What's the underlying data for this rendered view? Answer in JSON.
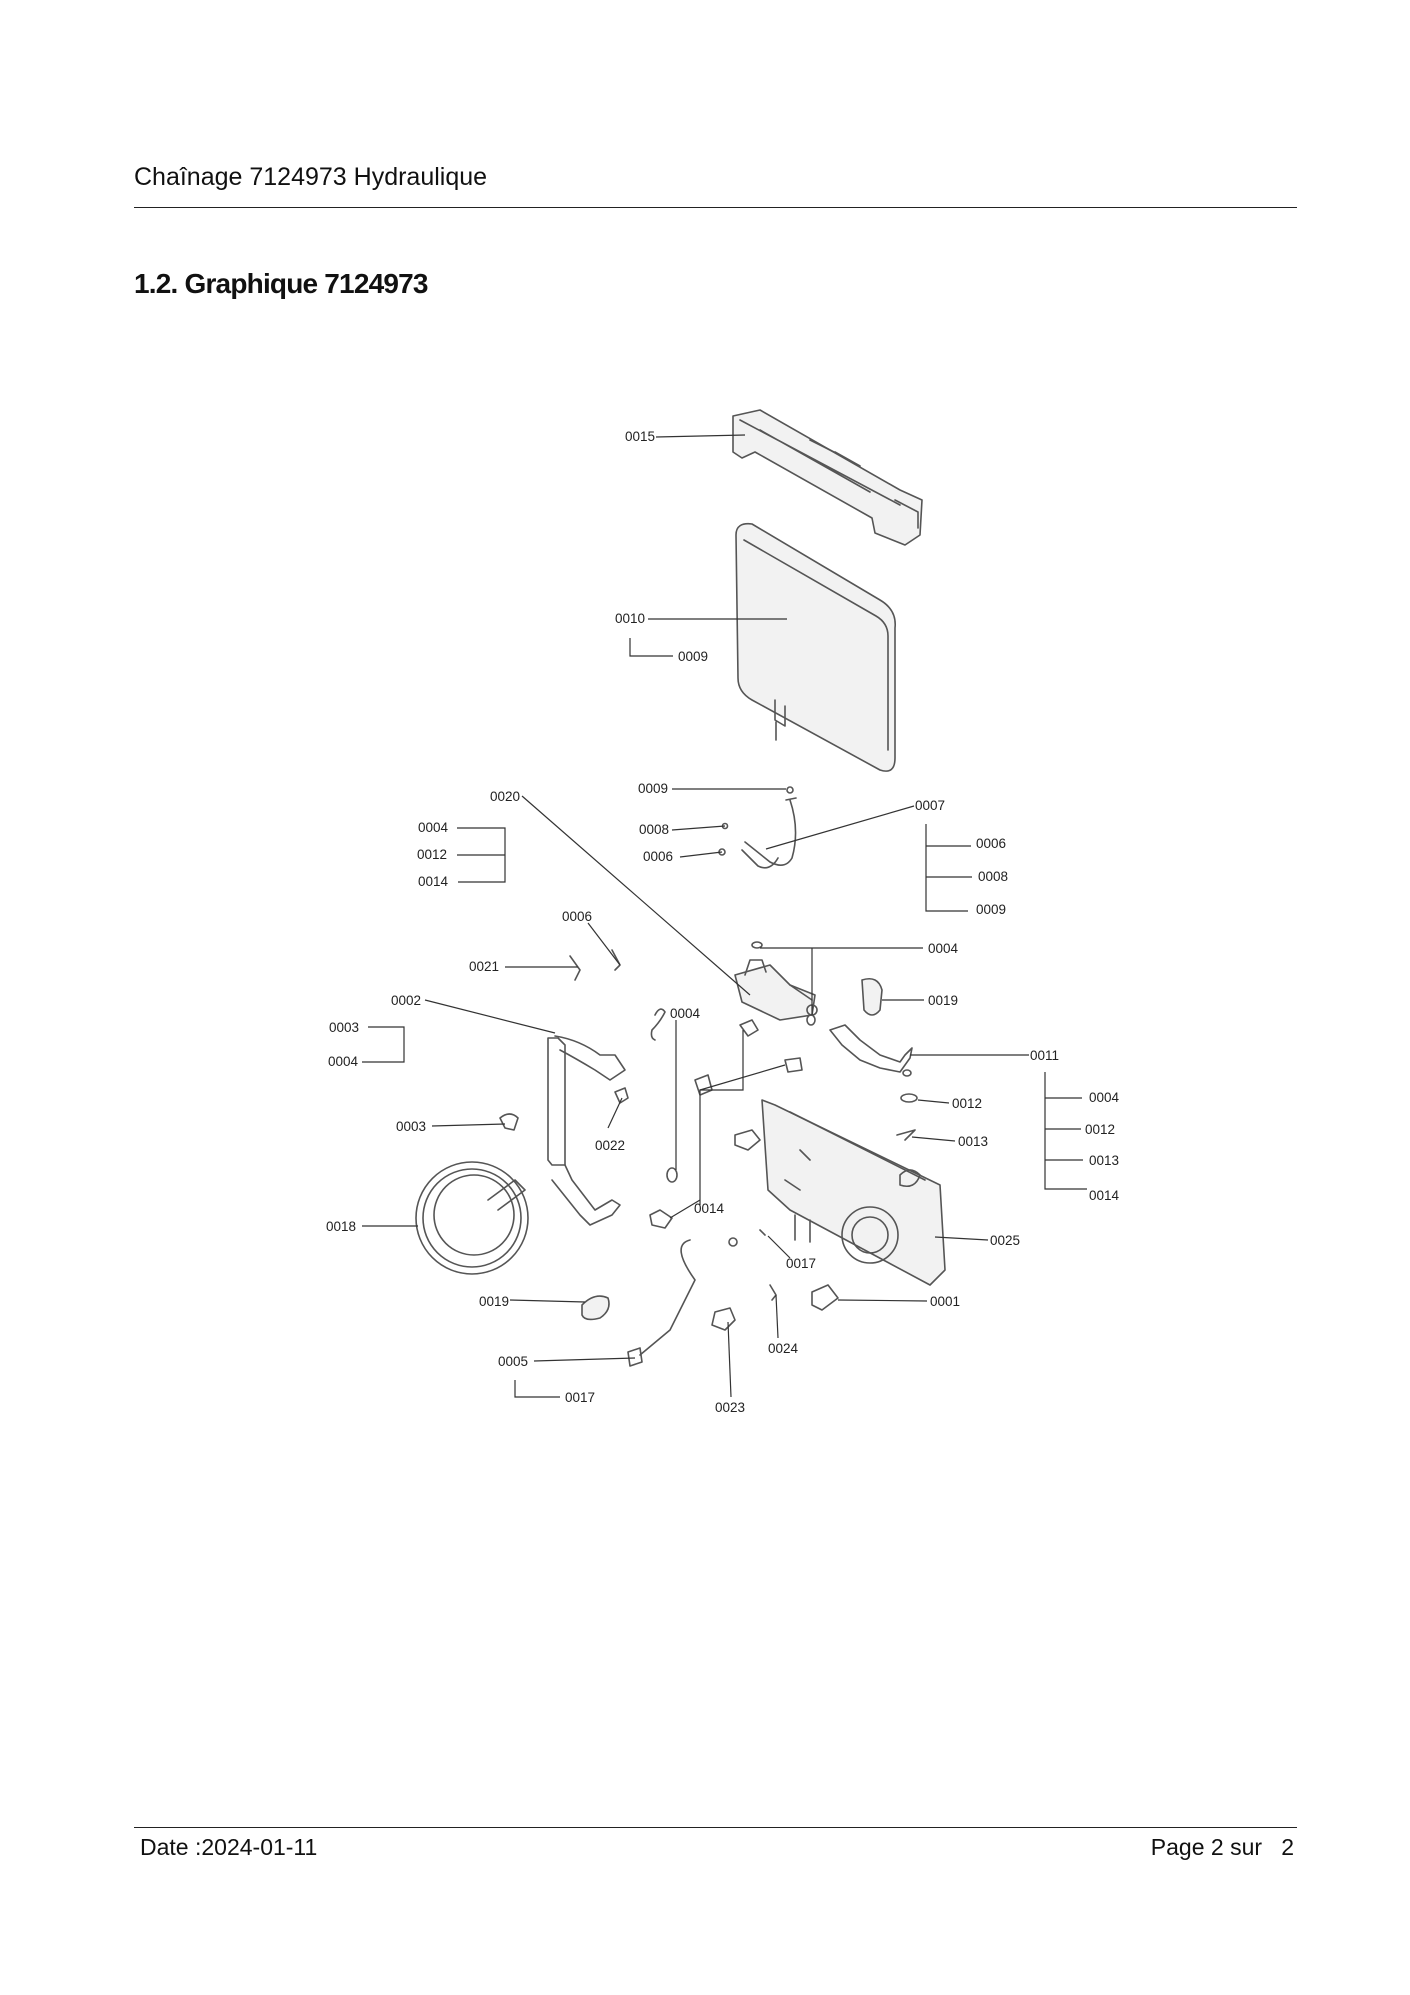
{
  "header": {
    "title": "Chaînage 7124973 Hydraulique"
  },
  "section": {
    "heading": "1.2. Graphique 7124973"
  },
  "diagram": {
    "callouts": {
      "c0015": "0015",
      "c0010": "0010",
      "c0009a": "0009",
      "c0009b": "0009",
      "c0007": "0007",
      "c0008a": "0008",
      "c0006a": "0006",
      "c0006b": "0006",
      "c0008b": "0008",
      "c0009c": "0009",
      "c0020": "0020",
      "c0004a": "0004",
      "c0012a": "0012",
      "c0014a": "0014",
      "c0006c": "0006",
      "c0021": "0021",
      "c0004b": "0004",
      "c0019a": "0019",
      "c0002": "0002",
      "c0003a": "0003",
      "c0004c": "0004",
      "c0004d": "0004",
      "c0011": "0011",
      "c0012b": "0012",
      "c0004e": "0004",
      "c0012c": "0012",
      "c0013a": "0013",
      "c0013b": "0013",
      "c0014b": "0014",
      "c0003b": "0003",
      "c0022": "0022",
      "c0018": "0018",
      "c0014c": "0014",
      "c0025": "0025",
      "c0017a": "0017",
      "c0019b": "0019",
      "c0001": "0001",
      "c0024": "0024",
      "c0005": "0005",
      "c0017b": "0017",
      "c0023": "0023"
    }
  },
  "footer": {
    "date": "Date :2024-01-11",
    "page": "Page 2 sur   2"
  }
}
